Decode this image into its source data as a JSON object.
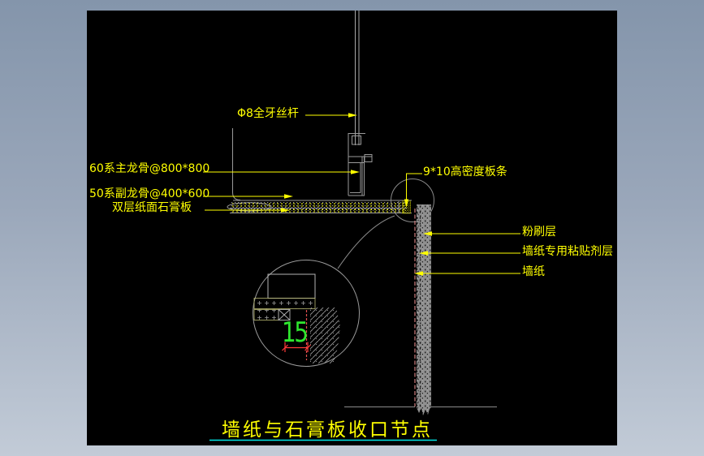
{
  "window": {
    "background_top": "#8495ab",
    "background_bottom": "#c2cbd7",
    "canvas_color": "#000000"
  },
  "drawing": {
    "title": "墙纸与石膏板收口节点",
    "labels": {
      "rod": "Φ8全牙丝杆",
      "main_runner": "60系主龙骨@800*800",
      "sub_runner": "50系副龙骨@400*600",
      "gypsum_board": "双层纸面石膏板",
      "batten": "9*10高密度板条",
      "plaster": "粉刷层",
      "adhesive": "墙纸专用粘贴剂层",
      "wallpaper": "墙纸"
    },
    "dimension": {
      "value": "15"
    },
    "colors": {
      "label": "#ffff00",
      "line": "#9a9a9a",
      "dimension_line": "#ff3a3a",
      "dimension_text": "#2ee62e",
      "title_underline": "#00e6e6",
      "wallpaper_line": "#d08080"
    }
  }
}
